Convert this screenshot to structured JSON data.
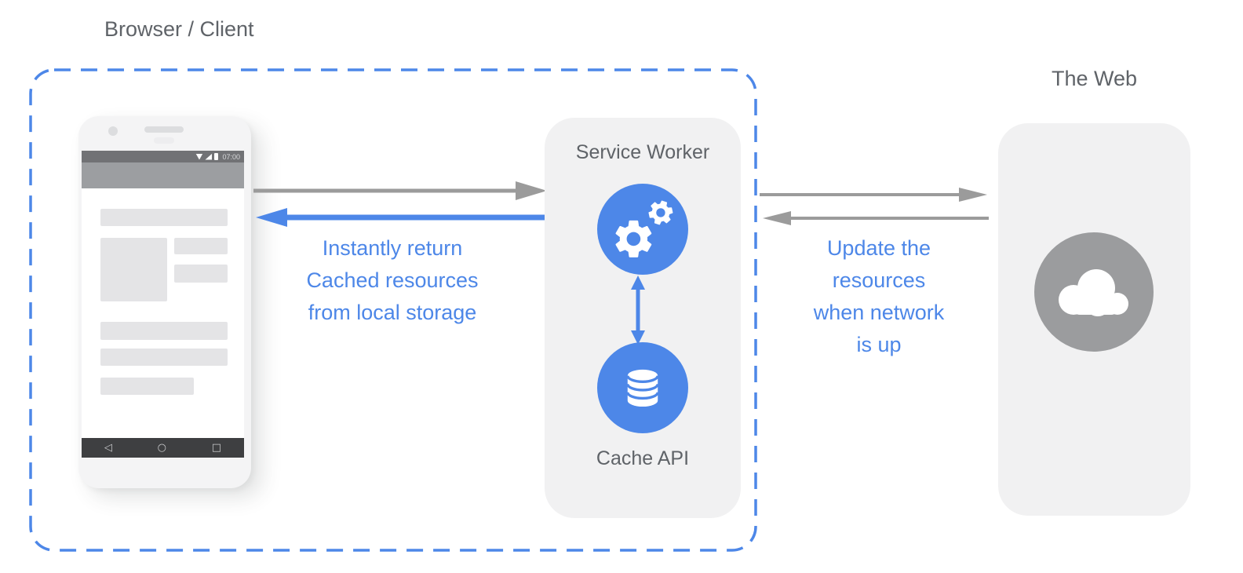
{
  "labels": {
    "browser_client": "Browser / Client",
    "the_web": "The Web"
  },
  "service_worker_panel": {
    "title": "Service Worker",
    "cache_label": "Cache API"
  },
  "phone": {
    "status_time": "07:00",
    "nav_back": "◁",
    "nav_home": "○",
    "nav_recents": "□"
  },
  "captions": {
    "cache_flow_lines": [
      "Instantly return",
      "Cached resources",
      "from local storage"
    ],
    "network_flow_lines": [
      "Update the",
      "resources",
      "when network",
      "is up"
    ]
  },
  "icons": {
    "gears": "gears-icon",
    "database": "database-icon",
    "cloud": "cloud-icon",
    "wifi": "wifi-icon",
    "cell_signal": "cell-signal-icon",
    "battery": "battery-icon",
    "back": "back-icon",
    "home": "home-icon",
    "recents": "recents-icon"
  },
  "colors": {
    "accent_blue": "#4d87e8",
    "label_gray": "#5f6368",
    "arrow_gray": "#9b9b9b",
    "panel_bg": "#f1f1f2",
    "web_circle_gray": "#9b9c9e",
    "phone_navbar": "#3e3f41",
    "phone_statusbar": "#717275"
  }
}
